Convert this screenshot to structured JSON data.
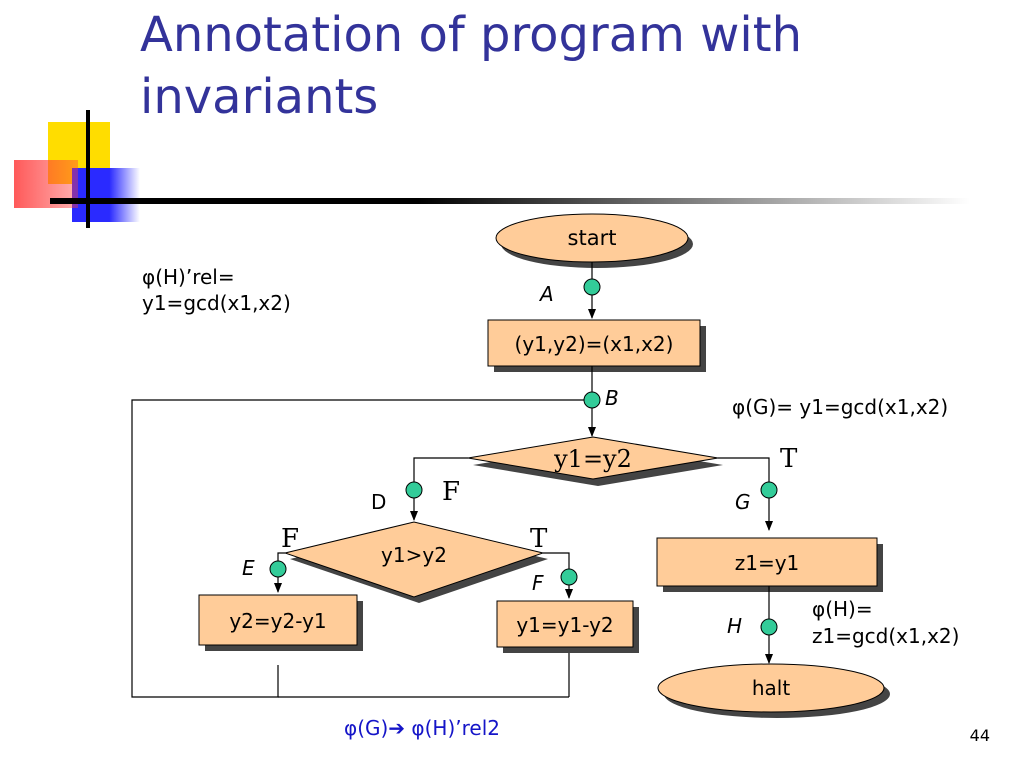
{
  "slide": {
    "title_line1": "Annotation of program with",
    "title_line2": "invariants",
    "page_number": "44",
    "footer_formula": "φ(G)➔ φ(H)’rel2"
  },
  "nodes": {
    "start": "start",
    "assign": "(y1,y2)=(x1,x2)",
    "cond_eq": "y1=y2",
    "cond_gt": "y1>y2",
    "sub_y2": "y2=y2-y1",
    "sub_y1": "y1=y1-y2",
    "assign_z": "z1=y1",
    "halt": "halt"
  },
  "points": {
    "A": "A",
    "B": "B",
    "D": "D",
    "G": "G",
    "E": "E",
    "F": "F",
    "H": "H"
  },
  "branches": {
    "eq_true": "T",
    "eq_false": "F",
    "gt_false": "F",
    "gt_true": "T"
  },
  "annotations": {
    "phi_h_rel_line1": "φ(H)’rel=",
    "phi_h_rel_line2": "y1=gcd(x1,x2)",
    "phi_g": "φ(G)= y1=gcd(x1,x2)",
    "phi_h_line1": "φ(H)=",
    "phi_h_line2": "z1=gcd(x1,x2)"
  },
  "colors": {
    "title": "#33339a",
    "node_fill": "#ffcc99",
    "point_fill": "#33cc99",
    "footer": "#1515c8"
  }
}
